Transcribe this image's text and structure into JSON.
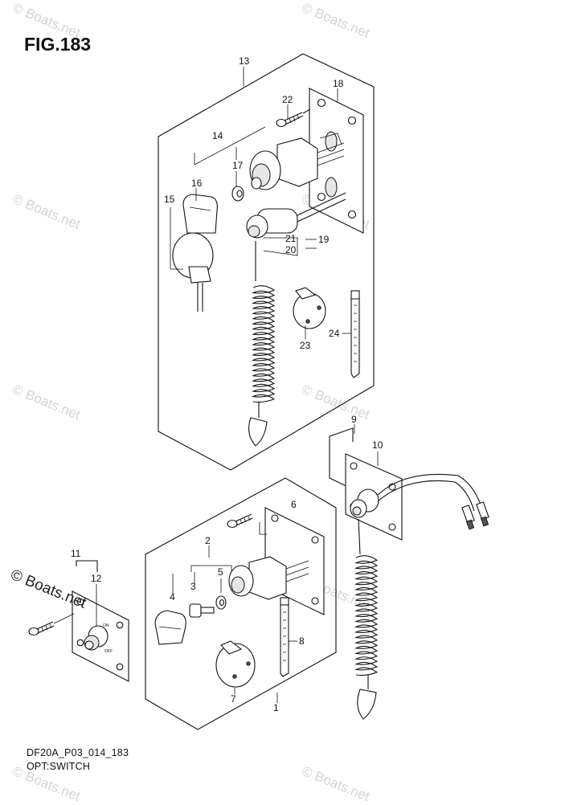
{
  "figure": {
    "title": "FIG.183",
    "code": "DF20A_P03_014_183",
    "name": "OPT:SWITCH"
  },
  "watermark": {
    "text": "© Boats.net"
  },
  "part_labels": [
    "1",
    "2",
    "3",
    "4",
    "5",
    "6",
    "7",
    "8",
    "9",
    "10",
    "11",
    "12",
    "13",
    "14",
    "15",
    "16",
    "17",
    "18",
    "19",
    "20",
    "21",
    "22",
    "23",
    "24"
  ],
  "switch_markings": {
    "on": "ON",
    "off": "OFF"
  }
}
